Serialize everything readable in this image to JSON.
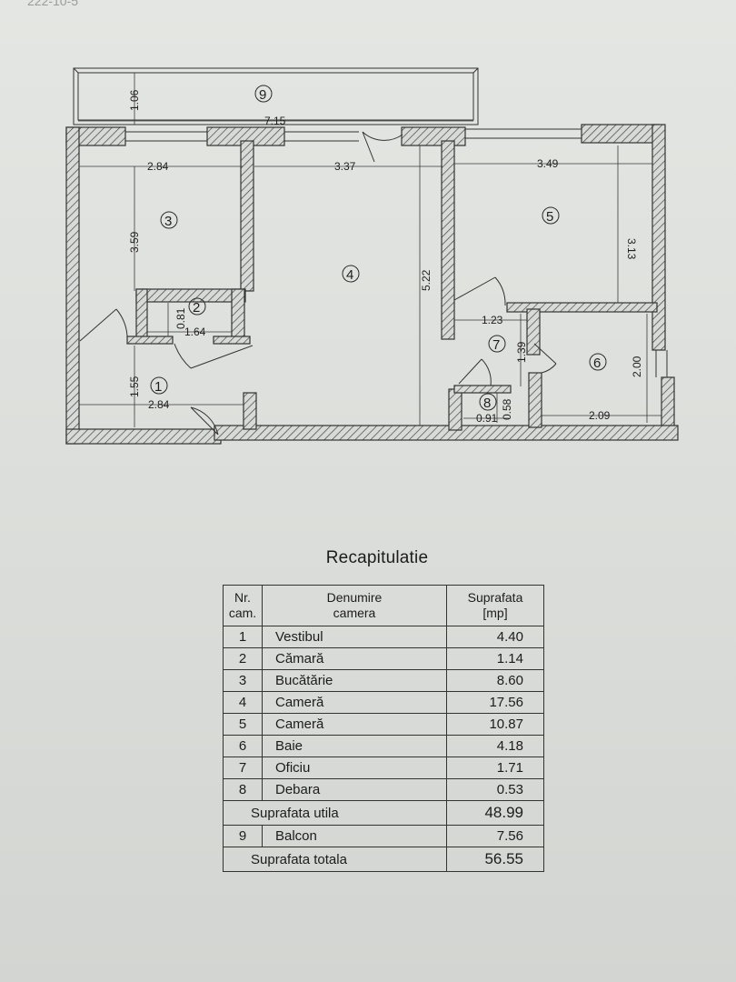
{
  "plan": {
    "top_scribble": "222-10-5",
    "dimensions": {
      "balcony_depth": "1.06",
      "total_width": "7.15",
      "kitchen_width": "2.84",
      "kitchen_depth": "3.59",
      "room4_width": "3.37",
      "room4_depth": "5.22",
      "room5_width": "3.49",
      "room5_depth": "3.13",
      "pantry_depth": "0.81",
      "pantry_width": "1.64",
      "hall_depth": "1.55",
      "hall_width": "2.84",
      "office_width": "1.23",
      "office_depth": "1.39",
      "closet_depth": "0.58",
      "closet_width": "0.91",
      "bath_depth": "2.00",
      "bath_width": "2.09"
    },
    "room_numbers": [
      "1",
      "2",
      "3",
      "4",
      "5",
      "6",
      "7",
      "8",
      "9"
    ]
  },
  "recap": {
    "title": "Recapitulatie",
    "headers": {
      "nr_line1": "Nr.",
      "nr_line2": "cam.",
      "name_line1": "Denumire",
      "name_line2": "camera",
      "area_line1": "Suprafata",
      "area_line2": "[mp]"
    },
    "rows": [
      {
        "nr": "1",
        "name": "Vestibul",
        "area": "4.40"
      },
      {
        "nr": "2",
        "name": "Cămară",
        "area": "1.14"
      },
      {
        "nr": "3",
        "name": "Bucătărie",
        "area": "8.60"
      },
      {
        "nr": "4",
        "name": "Cameră",
        "area": "17.56"
      },
      {
        "nr": "5",
        "name": "Cameră",
        "area": "10.87"
      },
      {
        "nr": "6",
        "name": "Baie",
        "area": "4.18"
      },
      {
        "nr": "7",
        "name": "Oficiu",
        "area": "1.71"
      },
      {
        "nr": "8",
        "name": "Debara",
        "area": "0.53"
      }
    ],
    "useful_label": "Suprafata utila",
    "useful_value": "48.99",
    "balcony": {
      "nr": "9",
      "name": "Balcon",
      "area": "7.56"
    },
    "total_label": "Suprafata totala",
    "total_value": "56.55"
  }
}
